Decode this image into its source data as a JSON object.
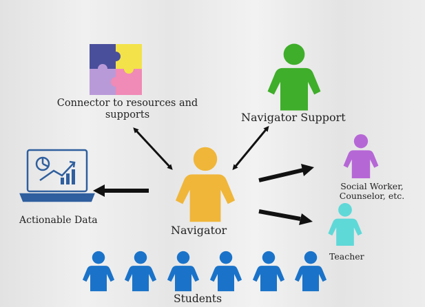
{
  "labels": {
    "connector_line1": "Connector to resources and",
    "connector_line2": "supports",
    "navigator_support": "Navigator Support",
    "actionable_data": "Actionable Data",
    "navigator": "Navigator",
    "social_worker_line1": "Social Worker,",
    "social_worker_line2": "Counselor, etc.",
    "teacher": "Teacher",
    "students": "Students"
  },
  "colors": {
    "navigator": "#f0b63a",
    "navigator_support": "#3fae2a",
    "social_worker": "#b667d6",
    "teacher": "#5fd8d8",
    "students": "#1a73c9",
    "puzzle_blue": "#4a4f9c",
    "puzzle_yellow": "#f3e24a",
    "puzzle_purple": "#b99ad8",
    "puzzle_pink": "#f08ab6",
    "laptop": "#2f5f9e",
    "arrow": "#111111"
  },
  "icons": [
    "puzzle-icon",
    "laptop-chart-icon",
    "person-icon"
  ]
}
